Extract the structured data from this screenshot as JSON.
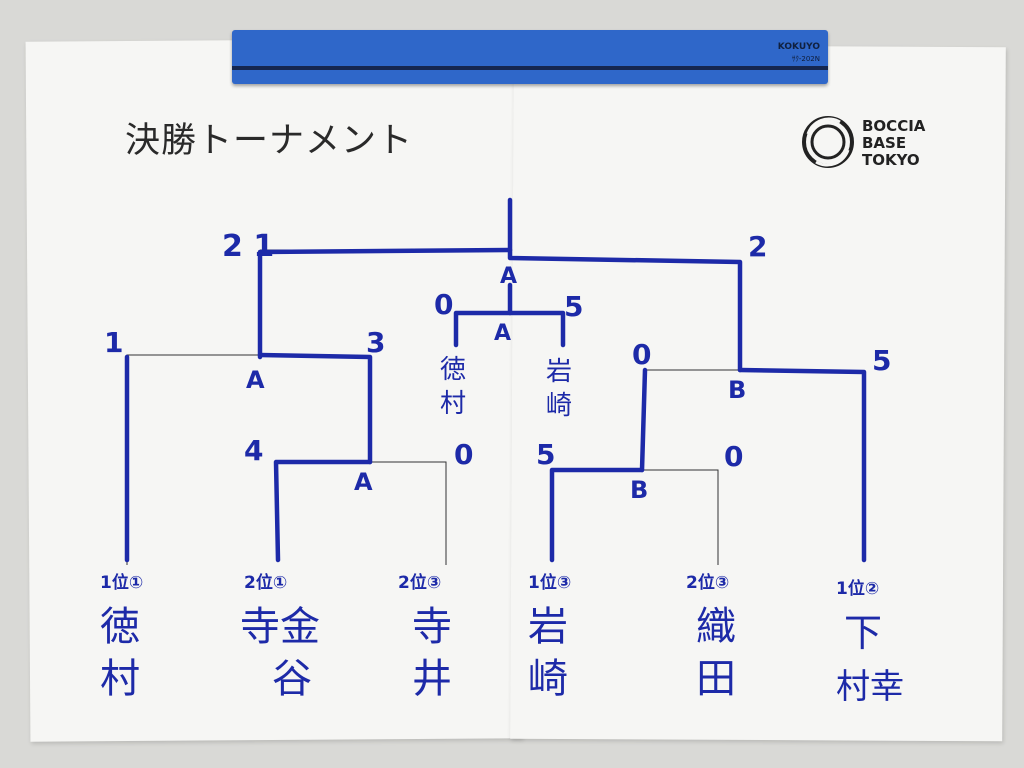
{
  "ruler": {
    "brand": "KOKUYO",
    "model": "ｻｸ-202N"
  },
  "title": "決勝トーナメント",
  "logo": {
    "line1": "BOCCIA",
    "line2": "BASE",
    "line3": "TOKYO",
    "icon": "ring-logo-icon"
  },
  "colors": {
    "ink": "#1d2aa8",
    "paper": "#f6f6f4",
    "ruler": "#2f67c9"
  },
  "players": [
    {
      "seed": "1位①",
      "name_top": "徳",
      "name_bottom": "村"
    },
    {
      "seed": "2位①",
      "name_top": "寺金",
      "name_bottom": "谷"
    },
    {
      "seed": "2位③",
      "name_top": "寺",
      "name_bottom": "井"
    },
    {
      "seed": "1位③",
      "name_top": "岩",
      "name_bottom": "崎"
    },
    {
      "seed": "2位③",
      "name_top": "織",
      "name_bottom": "田"
    },
    {
      "seed": "1位②",
      "name_top": "下",
      "name_bottom": "村幸"
    }
  ],
  "matches": {
    "left_semi_lower": {
      "court": "A",
      "score_top": "4",
      "score_other": "0"
    },
    "left_semi_upper": {
      "court": "A",
      "score_left": "1",
      "score_right": "3"
    },
    "right_semi_lower": {
      "court": "B",
      "score_left": "5",
      "score_right": "0"
    },
    "right_semi_upper": {
      "court": "B",
      "score_left": "0",
      "score_right": "5"
    },
    "third_place": {
      "court": "A",
      "score_left": "0",
      "score_right": "5",
      "player_left": [
        "徳",
        "村"
      ],
      "player_right": [
        "岩",
        "崎"
      ]
    },
    "final": {
      "court": "A",
      "score_left": "2 1",
      "score_right": "2"
    }
  }
}
